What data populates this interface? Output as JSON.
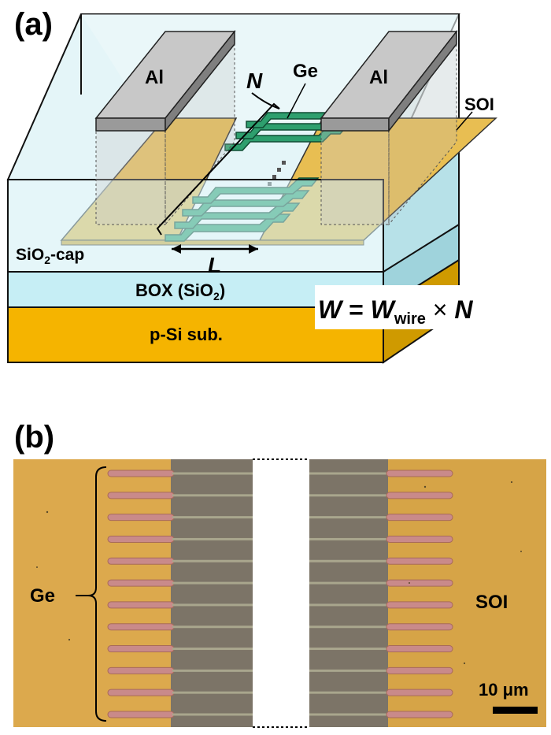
{
  "panel_a": {
    "label": "(a)",
    "electrode_left": "Al",
    "electrode_right": "Al",
    "wire_count_label": "N",
    "ge_label": "Ge",
    "soi_label": "SOI",
    "cap_label": {
      "base": "SiO",
      "sub": "2",
      "rest": "-cap"
    },
    "box_label": {
      "base": "BOX (SiO",
      "sub": "2",
      "rest": ")"
    },
    "substrate_label": "p-Si sub.",
    "length_label": "L",
    "width_formula": {
      "lhs": "W",
      "eq": " = ",
      "w": "W",
      "sub": "wire",
      "times": " × ",
      "n": "N"
    }
  },
  "panel_b": {
    "label": "(b)",
    "ge_label": "Ge",
    "soi_label": "SOI",
    "scale_bar_label": "10 μm",
    "wire_rows": 12
  },
  "colors": {
    "soi_gold": "#e8be52",
    "substrate": "#f5b400",
    "box": "#c6eef5",
    "cap": "#d9f1f5",
    "ge_green": "#2e9f6e",
    "al_gray": "#a9a9a9",
    "micro_bg": "#d9a64a",
    "micro_gray": "#7c7467",
    "wire_pink": "#c98a8a"
  }
}
